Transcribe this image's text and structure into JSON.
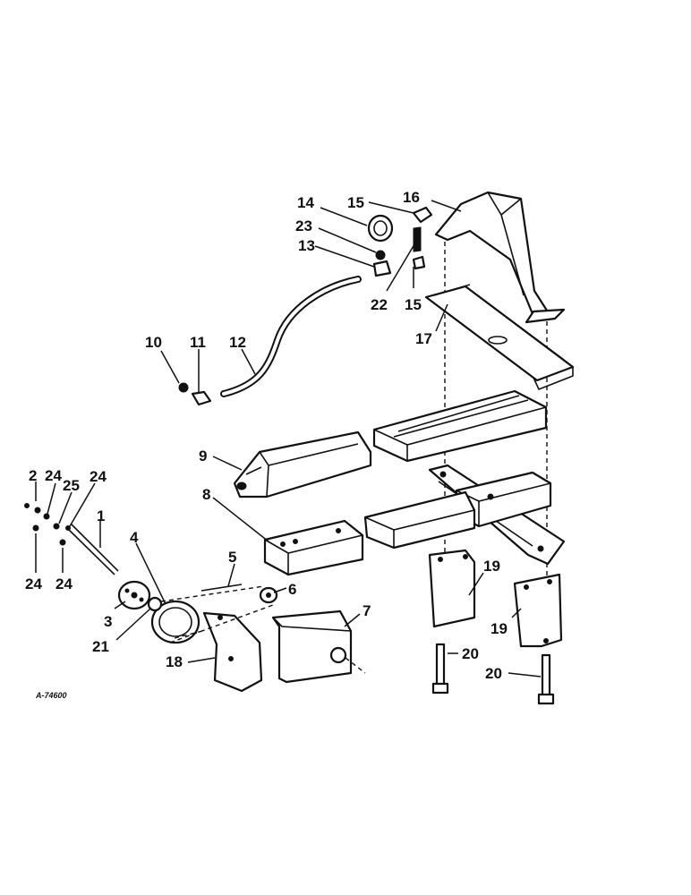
{
  "diagram": {
    "reference_code": "A-74600",
    "callouts": [
      "1",
      "2",
      "3",
      "4",
      "5",
      "6",
      "7",
      "8",
      "9",
      "10",
      "11",
      "12",
      "13",
      "14",
      "15",
      "16",
      "17",
      "18",
      "19",
      "20",
      "21",
      "22",
      "23",
      "24",
      "25"
    ]
  }
}
